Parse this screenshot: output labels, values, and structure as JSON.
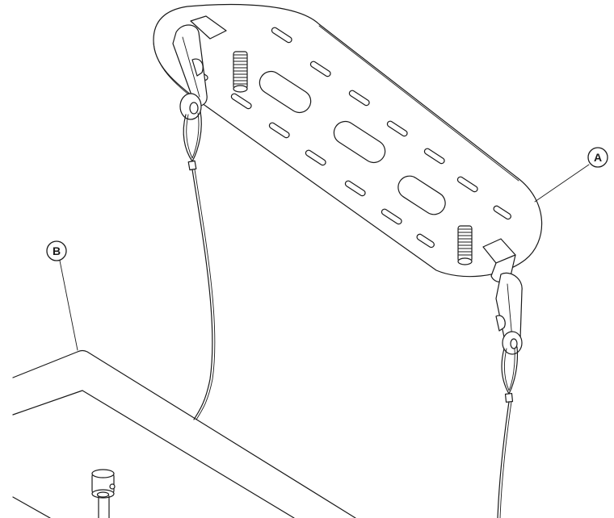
{
  "diagram": {
    "type": "technical-assembly-illustration",
    "callouts": [
      {
        "id": "A",
        "label": "A",
        "target": "ceiling-mounting-plate"
      },
      {
        "id": "B",
        "label": "B",
        "target": "suspended-fixture-body"
      }
    ],
    "components": [
      "ceiling-mounting-plate",
      "threaded-studs",
      "carabiner-clips",
      "suspension-cables",
      "cable-loop-ferrules",
      "suspended-fixture-body",
      "cable-gripper-fitting"
    ],
    "colors": {
      "line": "#1a1a1a",
      "background": "#ffffff"
    }
  }
}
